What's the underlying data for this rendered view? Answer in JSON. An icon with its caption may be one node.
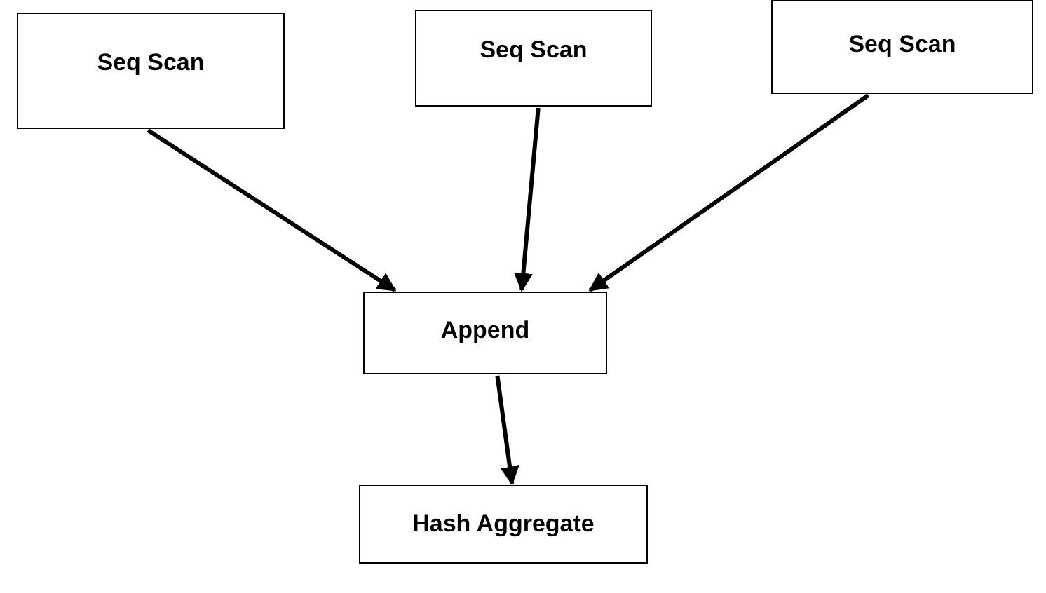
{
  "diagram": {
    "nodes": [
      {
        "text": [
          "Seq Scan"
        ]
      },
      {
        "text": [
          "Seq Scan"
        ]
      },
      {
        "text": [
          "Seq Scan"
        ]
      },
      {
        "text": [
          "Append"
        ]
      },
      {
        "text": [
          "Hash Aggregate"
        ]
      }
    ],
    "edges": [
      {
        "from": 0,
        "to": 3,
        "arrow": "to"
      },
      {
        "from": 1,
        "to": 3,
        "arrow": "to"
      },
      {
        "from": 2,
        "to": 3,
        "arrow": "to"
      },
      {
        "from": 3,
        "to": 4,
        "arrow": "to"
      }
    ]
  }
}
